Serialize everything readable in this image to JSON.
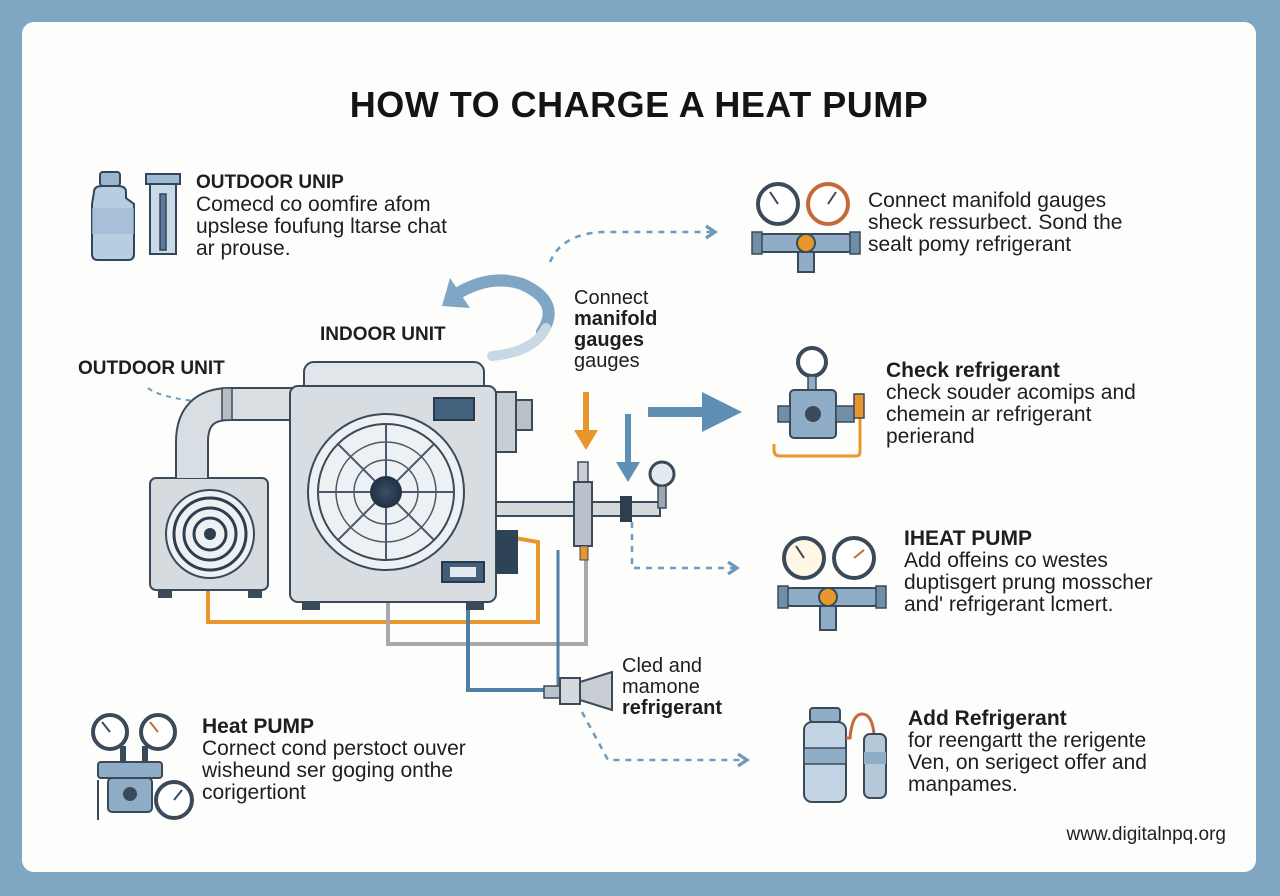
{
  "title": "HOW TO CHARGE A HEAT PUMP",
  "labels": {
    "indoor_unit": "INDOOR UNIT",
    "outdoor_unit": "OUTDOOR UNIT"
  },
  "center_notes": {
    "top": [
      "Connect",
      "manifold",
      "gauges",
      "gauges"
    ],
    "bottom": [
      "Cled and",
      "mamone",
      "refrigerant"
    ]
  },
  "left_steps": [
    {
      "heading": "OUTDOOR UNIP",
      "lines": [
        "Comecd co oomfire afom",
        "upslese foufung ltarse chat",
        "ar prouse."
      ]
    },
    {
      "heading": "Heat PUMP",
      "lines": [
        "Cornect cond perstoct ouver",
        "wisheund ser goging onthe",
        "corigertiont"
      ]
    }
  ],
  "right_steps": [
    {
      "heading": "",
      "lines": [
        "Connect manifold gauges",
        "sheck ressurbect. Sond the",
        "sealt pomy refrigerant"
      ]
    },
    {
      "heading": "Check refrigerant",
      "lines": [
        "check souder acomips and",
        "chemein ar refrigerant",
        "perierand"
      ]
    },
    {
      "heading": "IHEAT PUMP",
      "lines": [
        "Add offeins co westes",
        "duptisgert prung mosscher",
        "and' refrigerant lcmert."
      ]
    },
    {
      "heading": "Add Refrigerant",
      "lines": [
        "for reengartt the rerigente",
        "Ven, on serigect offer and",
        "manpames."
      ]
    }
  ],
  "credit": "www.digitalnpq.org",
  "colors": {
    "background": "#7fa6c2",
    "orange": "#e8962e",
    "blue": "#5f8fb3",
    "gray": "#a6a9ad",
    "pipe_blue": "#4f7fa5"
  },
  "icons": [
    "refrigerant-bottle-icon",
    "gauge-cylinder-icon",
    "manifold-gauge-icon",
    "pressure-gauge-icon",
    "refrigerant-tank-icon"
  ]
}
